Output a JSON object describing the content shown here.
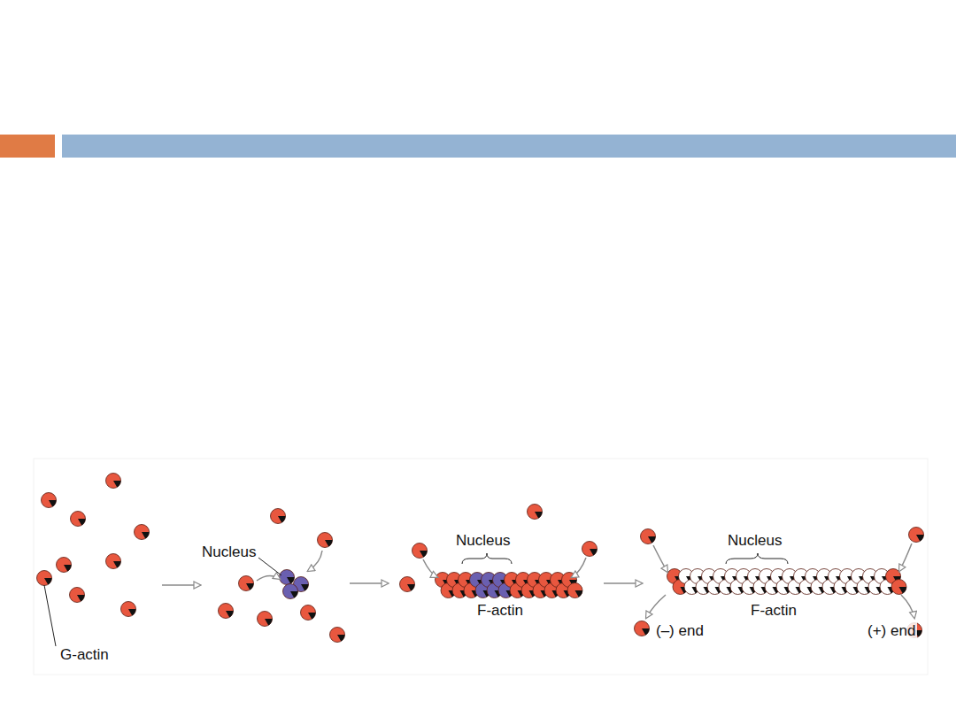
{
  "diagram": {
    "labels": [
      "G-actin",
      "Nucleus",
      "Nucleus",
      "F-actin",
      "Nucleus",
      "F-actin",
      "(–) end",
      "(+) end"
    ]
  }
}
